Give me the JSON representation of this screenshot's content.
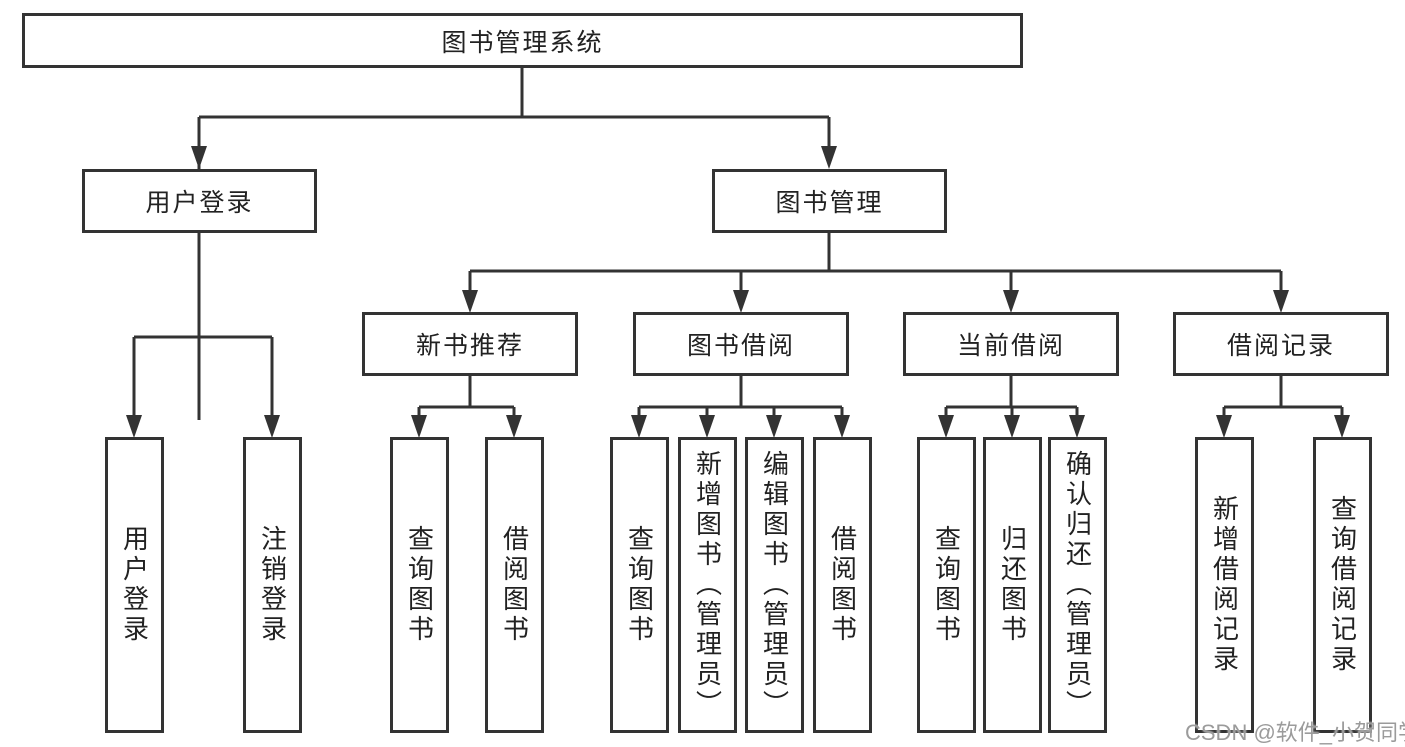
{
  "diagram": {
    "title": {
      "label": "图书管理系统"
    },
    "branches": [
      {
        "label": "用户登录",
        "children": [
          {
            "label": "用户登录"
          },
          {
            "label": "注销登录"
          }
        ]
      },
      {
        "label": "图书管理",
        "sections": [
          {
            "label": "新书推荐",
            "children": [
              {
                "label": "查询图书"
              },
              {
                "label": "借阅图书"
              }
            ]
          },
          {
            "label": "图书借阅",
            "children": [
              {
                "label": "查询图书"
              },
              {
                "label": "新增图书（管理员）"
              },
              {
                "label": "编辑图书（管理员）"
              },
              {
                "label": "借阅图书"
              }
            ]
          },
          {
            "label": "当前借阅",
            "children": [
              {
                "label": "查询图书"
              },
              {
                "label": "归还图书"
              },
              {
                "label": "确认归还（管理员）"
              }
            ]
          },
          {
            "label": "借阅记录",
            "children": [
              {
                "label": "新增借阅记录"
              },
              {
                "label": "查询借阅记录"
              }
            ]
          }
        ]
      }
    ],
    "watermark": "CSDN @软件_小贺同学",
    "colors": {
      "line": "#333333",
      "box_border": "#333333",
      "box_fill": "#ffffff",
      "text": "#222222",
      "watermark": "#9b9b9b",
      "background": "#ffffff"
    }
  }
}
